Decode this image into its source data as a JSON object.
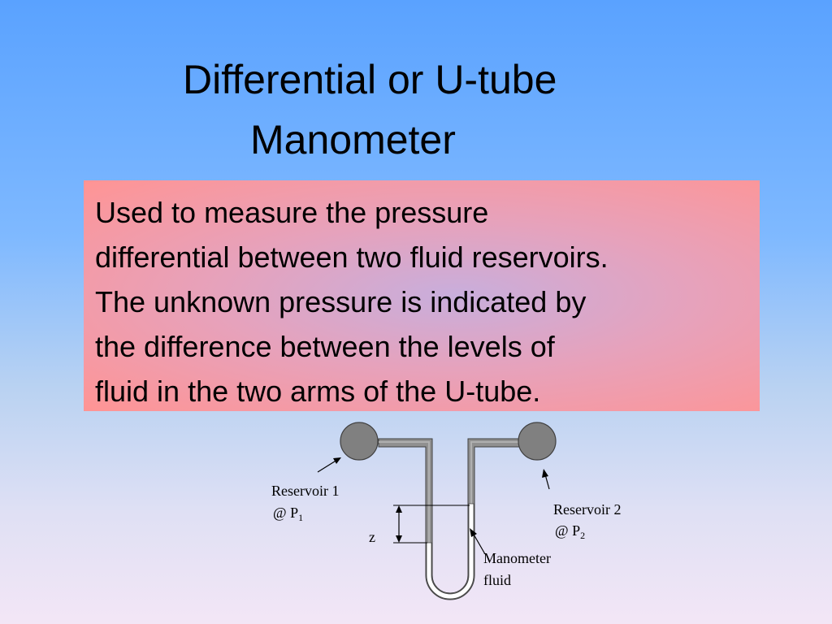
{
  "title": {
    "line1": "Differential or U-tube",
    "line2": "Manometer"
  },
  "body_lines": [
    "Used to measure the pressure",
    "differential between two fluid reservoirs.",
    "The unknown pressure is indicated by",
    "the difference between the levels of",
    "fluid in the two arms of the U-tube."
  ],
  "diagram": {
    "reservoir1": {
      "line1": "Reservoir 1",
      "prefix": "@ P",
      "subscript": "1"
    },
    "reservoir2": {
      "line1": "Reservoir 2",
      "prefix": "@ P",
      "subscript": "2"
    },
    "z_label": "z",
    "fluid_label": {
      "line1": "Manometer",
      "line2": "fluid"
    }
  },
  "colors": {
    "reservoir_fill": "#808080",
    "tube_fill": "#909090",
    "fluid_fill": "#ffffff",
    "box_edge": "#ff9494"
  }
}
